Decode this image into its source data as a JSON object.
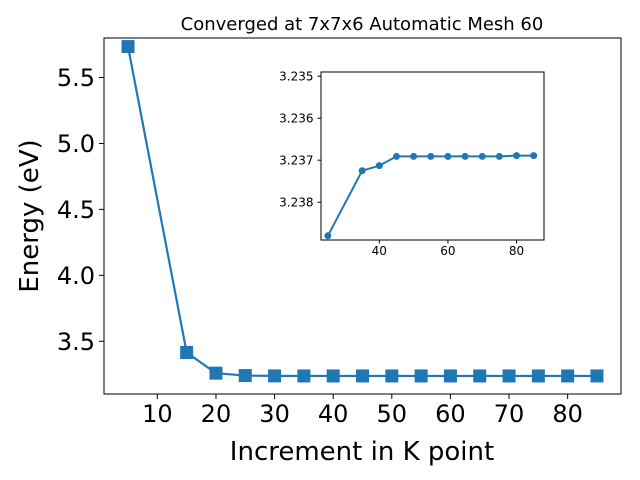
{
  "chart_data": [
    {
      "type": "line",
      "title": "Converged at 7x7x6 Automatic Mesh 60",
      "xlabel": "Increment in K point",
      "ylabel": "Energy (eV)",
      "xlim": [
        0.9,
        89.1
      ],
      "ylim": [
        3.1,
        5.8
      ],
      "x_ticks": [
        10,
        20,
        30,
        40,
        50,
        60,
        70,
        80
      ],
      "y_ticks": [
        3.5,
        4.0,
        4.5,
        5.0,
        5.5
      ],
      "x_tick_labels": [
        "10",
        "20",
        "30",
        "40",
        "50",
        "60",
        "70",
        "80"
      ],
      "y_tick_labels": [
        "3.5",
        "4.0",
        "4.5",
        "5.0",
        "5.5"
      ],
      "marker": "square",
      "color": "#1f77b4",
      "grid": false,
      "series": [
        {
          "x": [
            5,
            15,
            20,
            25,
            30,
            35,
            40,
            45,
            50,
            55,
            60,
            65,
            70,
            75,
            80,
            85
          ],
          "y": [
            5.735,
            3.415,
            3.258,
            3.2398,
            3.2372,
            3.2369,
            3.2369,
            3.2369,
            3.2369,
            3.2369,
            3.2369,
            3.2369,
            3.2369,
            3.2369,
            3.2369,
            3.2369
          ]
        }
      ]
    },
    {
      "type": "line",
      "role": "inset",
      "xlim": [
        23,
        88
      ],
      "ylim": [
        3.2349,
        3.2389
      ],
      "y_inverted": true,
      "x_ticks": [
        40,
        60,
        80
      ],
      "y_ticks": [
        3.235,
        3.236,
        3.237,
        3.238
      ],
      "x_tick_labels": [
        "40",
        "60",
        "80"
      ],
      "y_tick_labels": [
        "3.235",
        "3.236",
        "3.237",
        "3.238"
      ],
      "marker": "circle",
      "color": "#1f77b4",
      "grid": false,
      "series": [
        {
          "x": [
            25,
            35,
            40,
            45,
            50,
            55,
            60,
            65,
            70,
            75,
            80,
            85
          ],
          "y": [
            3.2388,
            3.23725,
            3.23713,
            3.23691,
            3.23691,
            3.23691,
            3.23691,
            3.23691,
            3.23691,
            3.23691,
            3.23689,
            3.23689
          ]
        }
      ]
    }
  ]
}
